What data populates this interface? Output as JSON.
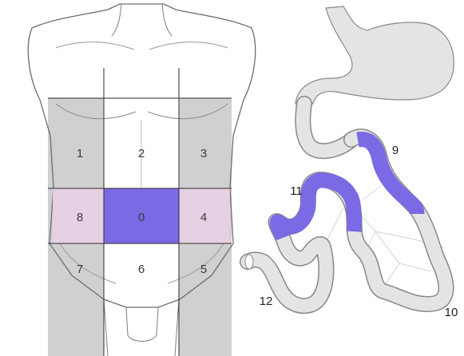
{
  "abdomen": {
    "regions": [
      {
        "id": "1",
        "label": "1",
        "color": "#d3d3d3"
      },
      {
        "id": "2",
        "label": "2",
        "color": "#ffffff"
      },
      {
        "id": "3",
        "label": "3",
        "color": "#d3d3d3"
      },
      {
        "id": "8",
        "label": "8",
        "color": "#e7cfe6"
      },
      {
        "id": "0",
        "label": "0",
        "color": "#7a6ae4"
      },
      {
        "id": "4",
        "label": "4",
        "color": "#e7cfe6"
      },
      {
        "id": "7",
        "label": "7",
        "color": "#cfcfcf"
      },
      {
        "id": "6",
        "label": "6",
        "color": "#ffffff"
      },
      {
        "id": "5",
        "label": "5",
        "color": "#cfcfcf"
      }
    ]
  },
  "intestine": {
    "segments": [
      {
        "id": "9",
        "label": "9"
      },
      {
        "id": "10",
        "label": "10"
      },
      {
        "id": "11",
        "label": "11"
      },
      {
        "id": "12",
        "label": "12"
      }
    ],
    "highlight_color": "#7a6ae4",
    "tube_color": "#e4e4e4"
  }
}
